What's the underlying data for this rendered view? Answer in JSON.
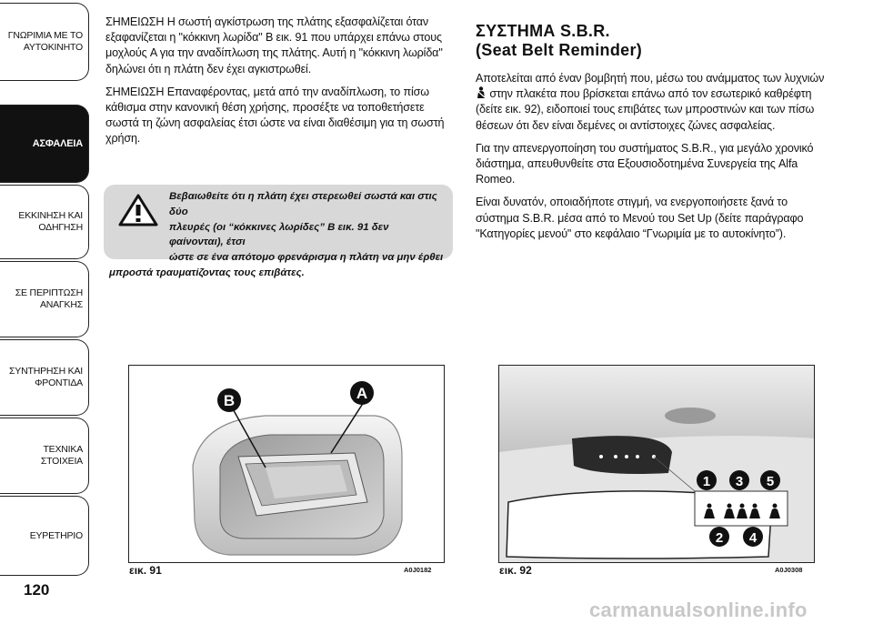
{
  "sidebar": {
    "tabs": [
      {
        "label": "ΓΝΩΡΙΜΙΑ ΜΕ ΤΟ\nΑΥΤΟΚΙΝΗΤΟ"
      },
      {
        "label": "ΑΣΦΑΛΕΙΑ",
        "active": true
      },
      {
        "label": "ΕΚΚΙΝΗΣΗ ΚΑΙ\nΟΔΗΓΗΣΗ"
      },
      {
        "label": "ΣΕ ΠΕΡΙΠΤΩΣΗ\nΑΝΑΓΚΗΣ"
      },
      {
        "label": "ΣΥΝΤΗΡΗΣΗ ΚΑΙ\nΦΡΟΝΤΙΔΑ"
      },
      {
        "label": "ΤΕΧΝΙΚΑ ΣΤΟΙΧΕΙΑ"
      },
      {
        "label": "ΕΥΡΕΤΗΡΙΟ"
      }
    ]
  },
  "page_number": "120",
  "left_column": {
    "para1": "ΣΗΜΕΙΩΣΗ Η σωστή αγκίστρωση της πλάτης εξασφαλίζεται όταν εξαφανίζεται η \"κόκκινη λωρίδα\" B εικ. 91 που υπάρχει επάνω στους μοχλούς A για την αναδίπλωση της πλάτης. Αυτή η \"κόκκινη λωρίδα\" δηλώνει ότι η πλάτη δεν έχει αγκιστρωθεί.",
    "para2": "ΣΗΜΕΙΩΣΗ Επαναφέροντας, μετά από την αναδίπλωση, το πίσω κάθισμα στην κανονική θέση χρήσης, προσέξτε να τοποθετήσετε σωστά τη ζώνη ασφαλείας έτσι ώστε να είναι διαθέσιμη για τη σωστή χρήση."
  },
  "warning": {
    "line1": "Βεβαιωθείτε ότι η πλάτη έχει στερεωθεί σωστά και στις δύο",
    "line2": "πλευρές (οι “κόκκινες λωρίδες” B εικ. 91 δεν φαίνονται), έτσι",
    "line3": "ώστε σε ένα απότομο φρενάρισμα η πλάτη να μην έρθει",
    "line4": "μπροστά τραυματίζοντας τους επιβάτες."
  },
  "right_column": {
    "title_line1": "ΣΥΣΤΗΜΑ S.B.R.",
    "title_line2": "(Seat Belt Reminder)",
    "para1_a": "Αποτελείται από έναν βομβητή που, μέσω του ανάμματος των λυχνιών",
    "para1_b": "στην πλακέτα που βρίσκεται επάνω από τον εσωτερικό καθρέφτη (δείτε εικ. 92), ειδοποιεί τους επιβάτες των μπροστινών και των πίσω θέσεων ότι δεν είναι δεμένες οι αντίστοιχες ζώνες ασφαλείας.",
    "para2": "Για την απενεργοποίηση του συστήματος S.B.R., για μεγάλο χρονικό διάστημα, απευθυνθείτε στα Εξουσιοδοτημένα Συνεργεία της Alfa Romeo.",
    "para3": "Είναι δυνατόν, οποιαδήποτε στιγμή, να ενεργοποιήσετε ξανά το σύστημα S.B.R. μέσα από το Μενού του Set Up (δείτε παράγραφο \"Κατηγορίες μενού\" στο κεφάλαιο “Γνωριμία με το αυτοκίνητο”)."
  },
  "figures": [
    {
      "caption": "εικ. 91",
      "code": "A0J0182",
      "labels": [
        "A",
        "B"
      ]
    },
    {
      "caption": "εικ. 92",
      "code": "A0J0308",
      "labels": [
        "1",
        "2",
        "3",
        "4",
        "5"
      ]
    }
  ],
  "watermark": "carmanualsonline.info"
}
